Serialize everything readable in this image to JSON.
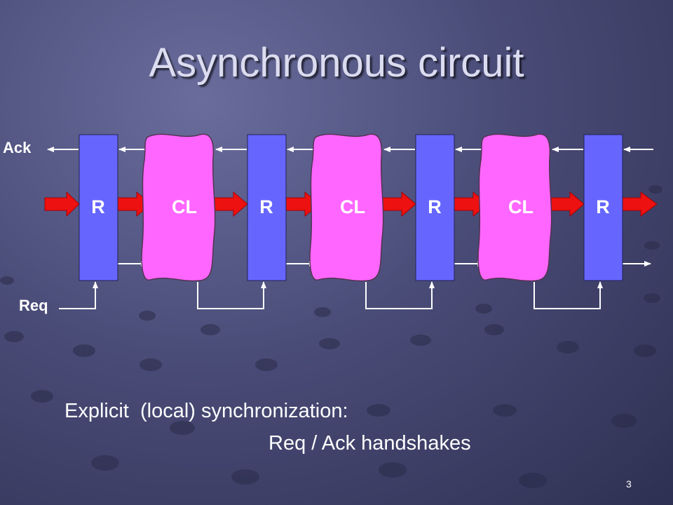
{
  "slide": {
    "title": "Asynchronous circuit",
    "caption_line1": "Explicit  (local) synchronization:",
    "caption_line2": "Req / Ack handshakes",
    "page_number": "3"
  },
  "diagram": {
    "ack_label": "Ack",
    "req_label": "Req",
    "register_label": "R",
    "logic_label": "CL",
    "register_color": "#6666ff",
    "logic_color": "#ff66ff",
    "data_arrow_color": "#ee1111",
    "wire_color": "#ffffff"
  }
}
